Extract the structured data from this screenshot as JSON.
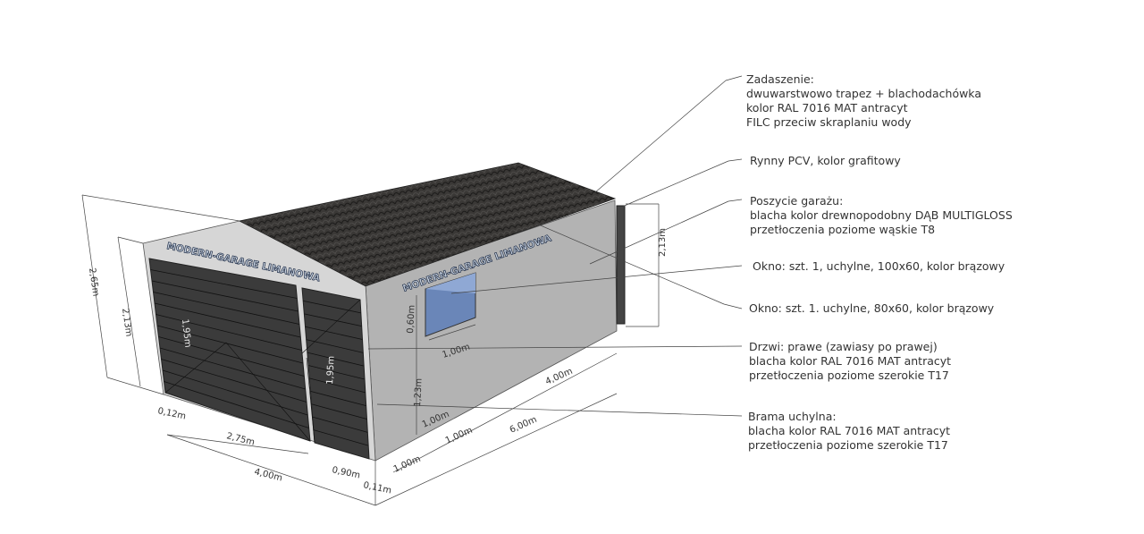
{
  "brand_text": "MODERN-GARAGE LIMANOWA",
  "colors": {
    "roof": "#3a3836",
    "wall": "#b3b3b3",
    "front": "#d6d6d6",
    "panel": "#3b3b3b",
    "window": "#6a86b8",
    "gutter": "#444444"
  },
  "annotations": [
    {
      "lines": [
        "Zadaszenie:",
        "dwuwarstwowo trapez + blachodachówka",
        "kolor RAL 7016 MAT antracyt",
        "FILC przeciw skraplaniu wody"
      ]
    },
    {
      "lines": [
        "Rynny PCV, kolor grafitowy"
      ]
    },
    {
      "lines": [
        "Poszycie garażu:",
        "blacha kolor drewnopodobny DĄB MULTIGLOSS",
        "przetłoczenia poziome wąskie T8"
      ]
    },
    {
      "lines": [
        "Okno: szt. 1, uchylne, 100x60, kolor brązowy"
      ]
    },
    {
      "lines": [
        "Okno: szt. 1. uchylne, 80x60, kolor brązowy"
      ]
    },
    {
      "lines": [
        "Drzwi: prawe (zawiasy po prawej)",
        "blacha kolor RAL 7016 MAT antracyt",
        "przetłoczenia poziome szerokie T17"
      ]
    },
    {
      "lines": [
        "Brama uchylna:",
        "blacha kolor RAL 7016 MAT antracyt",
        "przetłoczenia poziome szerokie T17"
      ]
    }
  ],
  "dimensions": {
    "total_height": "2,65m",
    "wall_height": "2,13m",
    "gate_height": "1,95m",
    "door_height": "1,95m",
    "gate_offset": "0,12m",
    "gate_width": "2,75m",
    "front_width": "4,00m",
    "door_width": "0,90m",
    "door_offset": "0,11m",
    "window_height": "0,60m",
    "window_width": "1,00m",
    "window_sill": "1,23m",
    "side_a": "1,00m",
    "side_b": "1,00m",
    "side_c": "1,00m",
    "side_length": "6,00m",
    "side_segment": "4,00m",
    "gutter_height": "2,13m"
  }
}
